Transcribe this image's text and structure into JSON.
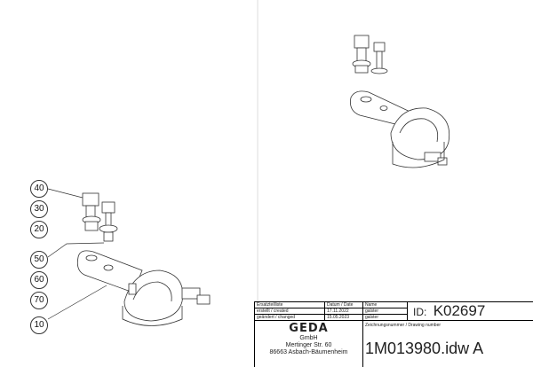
{
  "balloons": [
    "40",
    "30",
    "20",
    "50",
    "60",
    "70",
    "10"
  ],
  "title_block": {
    "header_row": {
      "col1": "Ersatzteilliste",
      "col2": "Datum / Date",
      "col3": "Name"
    },
    "created_row": {
      "label": "erstellt / created",
      "date": "17.11.2022",
      "name": "galster"
    },
    "changed_row": {
      "label": "geändert / changed",
      "date": "15.05.2023",
      "name": "galster"
    },
    "id_label": "ID:",
    "id_value": "K02697",
    "company": {
      "logo": "GEDA",
      "suffix": "GmbH",
      "street": "Mertinger Str. 60",
      "city": "86663 Asbach-Bäumenheim"
    },
    "drawing_number_label": "Zeichnungsnummer / Drawing number",
    "drawing_number": "1M013980.idw A"
  }
}
